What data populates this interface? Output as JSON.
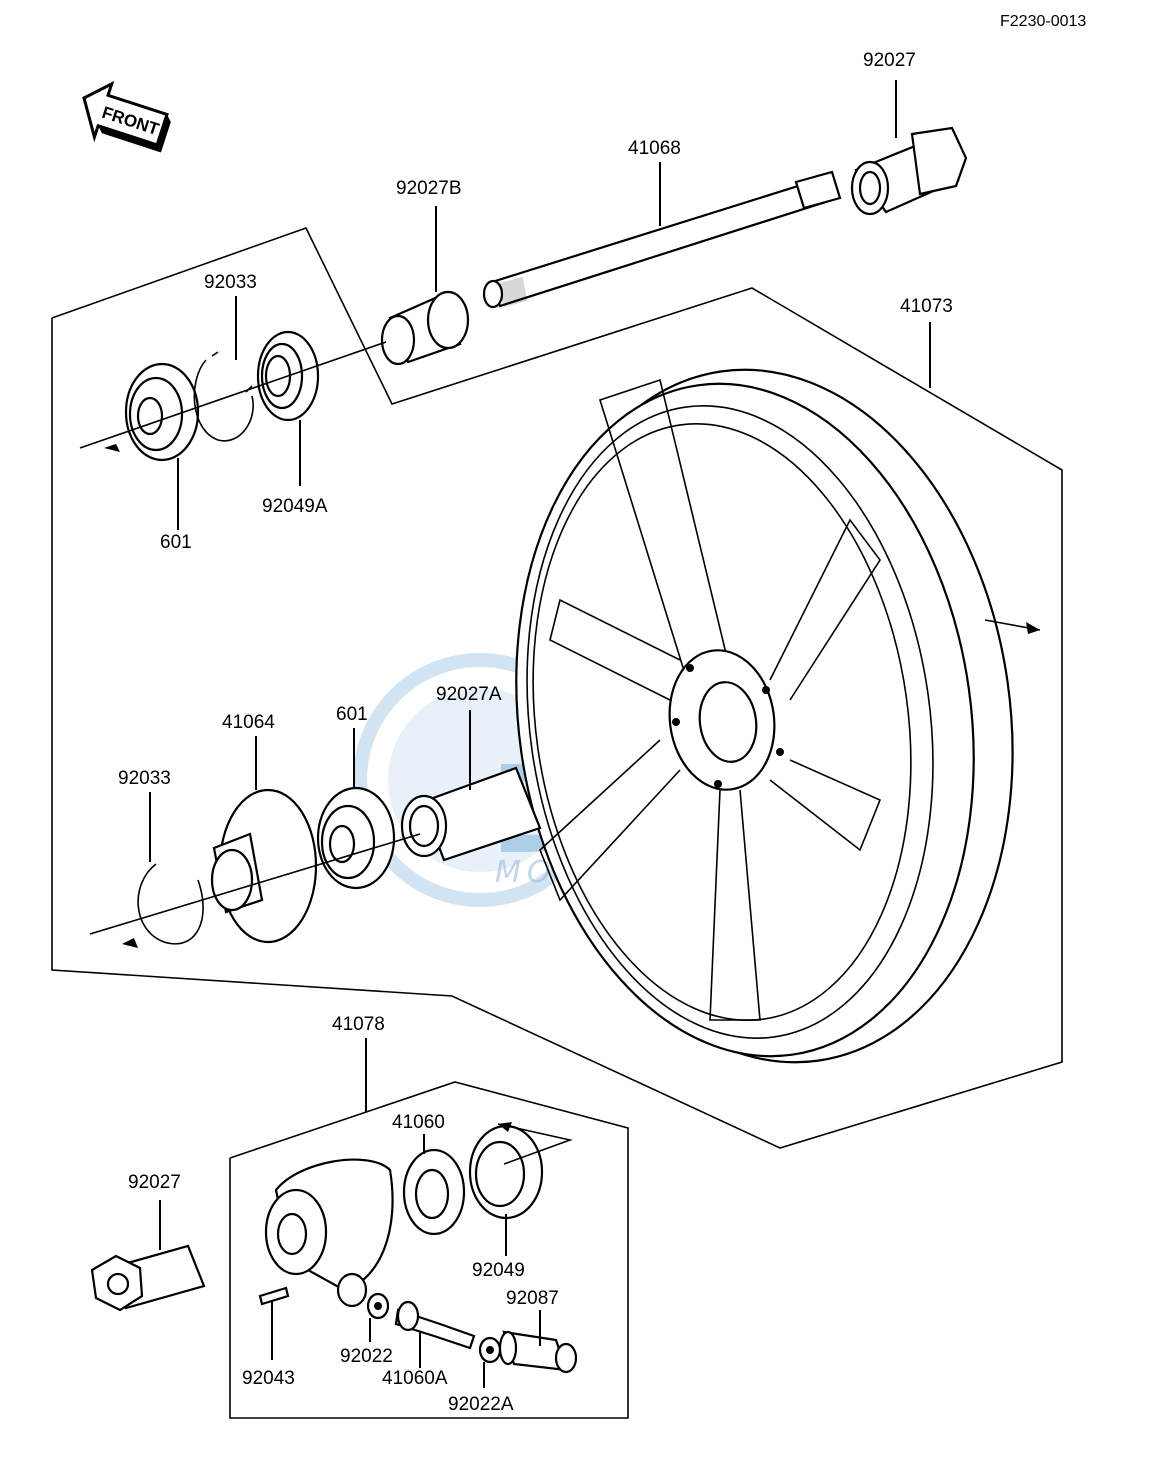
{
  "diagram_code": "F2230-0013",
  "front_label": "FRONT",
  "watermark": {
    "brand": "DEM",
    "sub": "MOTORPARTS"
  },
  "callouts": {
    "axle_nut_top": "92027",
    "axle": "41068",
    "collar_b": "92027B",
    "wheel": "41073",
    "circlip_top": "92033",
    "oil_seal_a": "92049A",
    "bearing_top": "601",
    "coupling": "41064",
    "bearing_mid": "601",
    "collar_a": "92027A",
    "circlip_mid": "92033",
    "speedo_gearbox": "41078",
    "axle_nut_bottom": "92027",
    "drive_gear": "41060",
    "oil_seal": "92049",
    "bushing": "92087",
    "pin": "92043",
    "washer": "92022",
    "pinion": "41060A",
    "washer_a": "92022A"
  }
}
